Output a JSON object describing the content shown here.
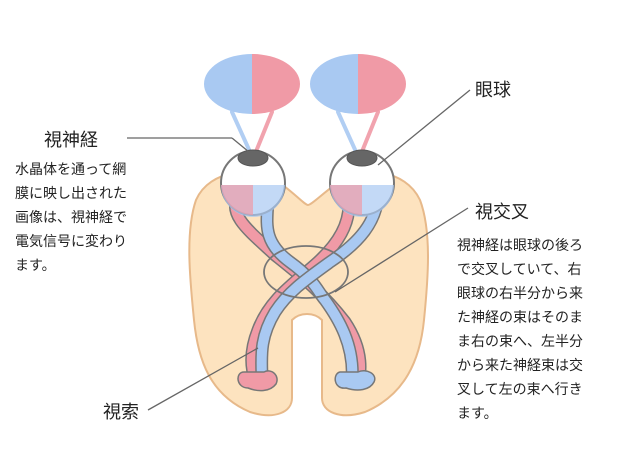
{
  "labels": {
    "optic_nerve": "視神経",
    "eyeball": "眼球",
    "optic_chiasm": "視交叉",
    "optic_tract": "視索"
  },
  "descriptions": {
    "left": "水晶体を通って網\n膜に映し出された\n画像は、視神経で\n電気信号に変わり\nます。",
    "right": "視神経は眼球の後ろ\nで交叉していて、右\n眼球の右半分から来\nた神経の束はそのま\nま右の束へ、左半分\nから来た神経束は交\n叉して左の束へ行き\nます。"
  },
  "colors": {
    "brain_fill": "#fde3bf",
    "brain_stroke": "#e7b98a",
    "nerve_left_field": "#a9c9f2",
    "nerve_right_field": "#f09aa6",
    "outline": "#777777",
    "leader": "#666666"
  }
}
